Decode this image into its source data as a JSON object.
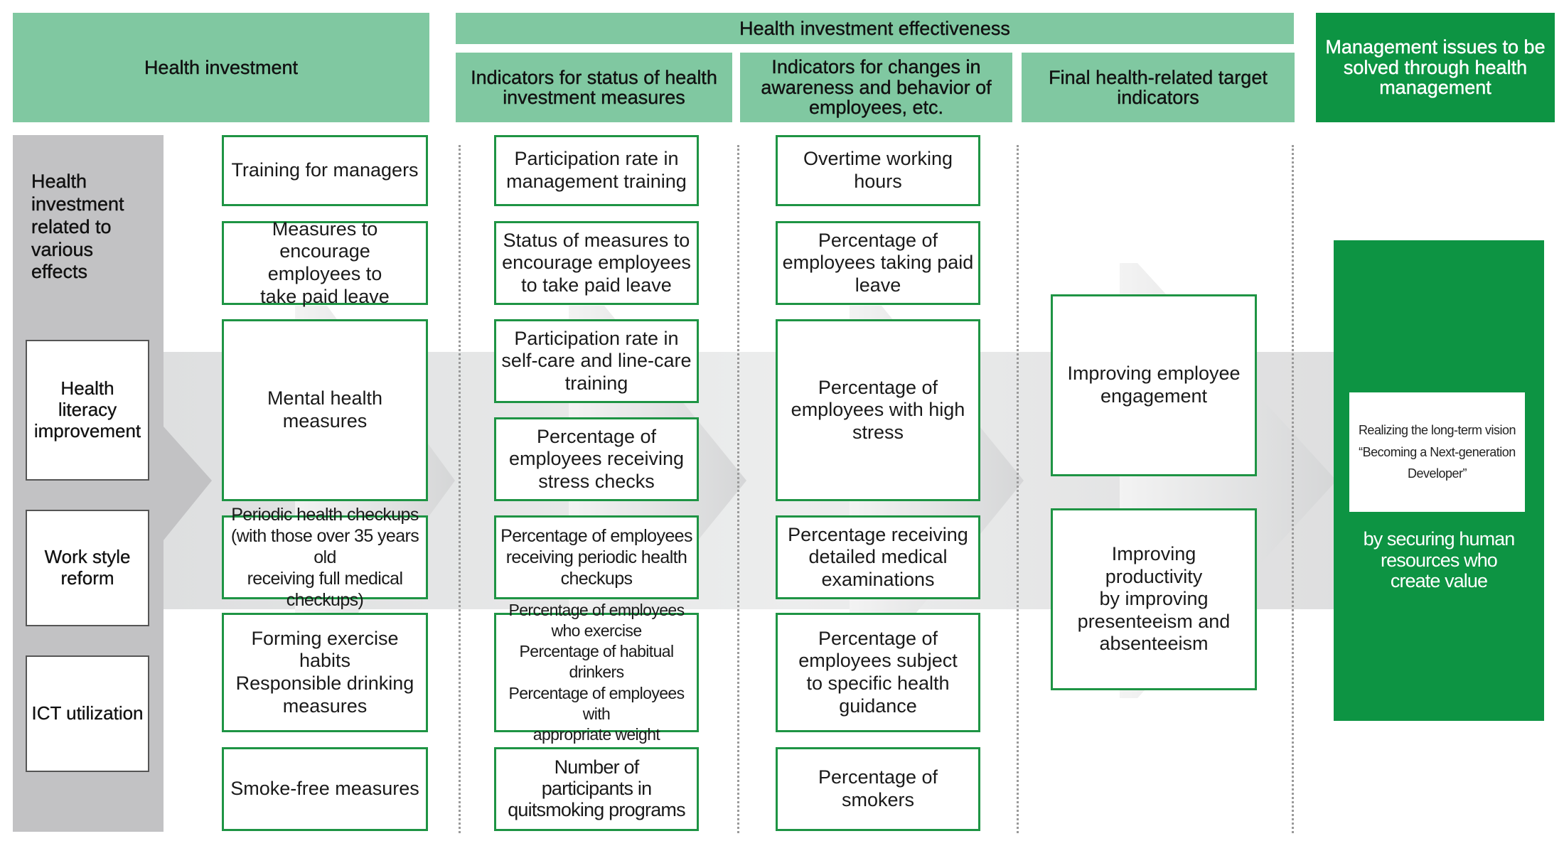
{
  "headers": {
    "health_investment": "Health investment",
    "effectiveness": "Health investment effectiveness",
    "status_indicators": "Indicators for status of health investment measures",
    "awareness_indicators": "Indicators for changes in awareness and behavior of employees, etc.",
    "final_indicators": "Final health-related target indicators",
    "management_issues": "Management issues to be solved through health management"
  },
  "left_panel": {
    "title": "Health\ninvestment\nrelated to\nvarious\neffects",
    "focus_areas": [
      "Health\nliteracy\nimprovement",
      "Work style\nreform",
      "ICT\nutilization"
    ]
  },
  "measures": [
    "Training for managers",
    "Measures to encourage\nemployees to\ntake paid leave",
    "Mental health\nmeasures",
    "Periodic health checkups\n(with those over 35 years old\nreceiving full medical checkups)",
    "Forming exercise\nhabits\nResponsible drinking\nmeasures",
    "Smoke-free measures"
  ],
  "status_indicators": [
    "Participation rate in\nmanagement training",
    "Status of measures to\nencourage employees\nto take paid leave",
    "Participation rate in\nself-care and line-care\ntraining",
    "Percentage of\nemployees receiving\nstress checks",
    "Percentage of employees\nreceiving periodic health\ncheckups",
    "Percentage of employees\nwho exercise\nPercentage of habitual drinkers\nPercentage of employees with\nappropriate weight",
    "Number of\nparticipants in\nquitsmoking programs"
  ],
  "awareness_indicators": [
    "Overtime working\nhours",
    "Percentage of\nemployees taking paid\nleave",
    "Percentage of\nemployees with high\nstress",
    "Percentage receiving\ndetailed medical\nexaminations",
    "Percentage of\nemployees subject\nto specific health\nguidance",
    "Percentage of\nsmokers"
  ],
  "final_indicators": [
    "Improving employee\nengagement",
    "Improving\nproductivity\nby improving\npresenteeism and\nabsenteeism"
  ],
  "management": {
    "vision": "Realizing the long-term vision\n“Becoming a Next-generation\nDeveloper”",
    "securing": "by securing human\nresources who\ncreate value"
  },
  "colors": {
    "header_light_green": "#80c8a1",
    "header_dark_green": "#0d9443",
    "box_border_green": "#1e9444",
    "left_panel_gray": "#c2c2c4"
  }
}
